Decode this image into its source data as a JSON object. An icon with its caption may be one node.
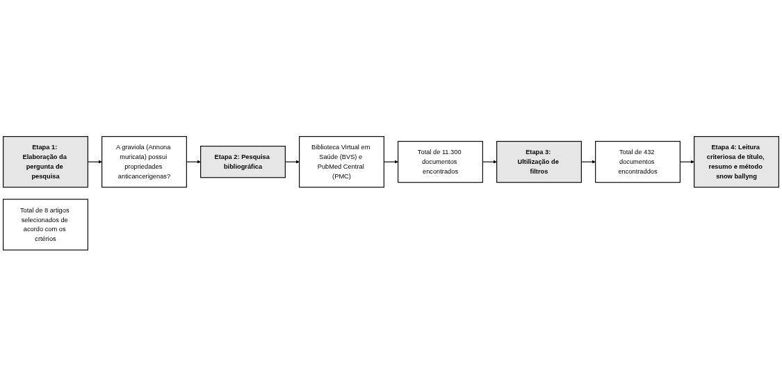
{
  "diagram": {
    "nodes": [
      {
        "text": [
          "Etapa 1: Elaboração da pergunta de pesquisa"
        ]
      },
      {
        "text": [
          "A graviola (Annona muricata) possui propriedades anticancerigenas?"
        ]
      },
      {
        "text": [
          "Etapa 2: Pesquisa bibliográfica"
        ]
      },
      {
        "text": [
          "Biblioteca Virtual em Saúde (BVS) e PubMed Central (PMC)"
        ]
      },
      {
        "text": [
          "Total de 11.300 documentos encontrados"
        ]
      },
      {
        "text": [
          "Etapa 3: Ultilização de filtros"
        ]
      },
      {
        "text": [
          "Total de 432 documentos encontraddos"
        ]
      },
      {
        "text": [
          "Etapa 4: Leitura criteriosa de título, resumo e método snow ballyng"
        ]
      },
      {
        "text": [
          "Total de 8 artigos selecionados de acordo com os crtérios"
        ]
      }
    ],
    "edges": [
      {
        "from": 0,
        "to": 1,
        "arrow": "to"
      },
      {
        "from": 1,
        "to": 2,
        "arrow": "to"
      },
      {
        "from": 2,
        "to": 3,
        "arrow": "to"
      },
      {
        "from": 3,
        "to": 4,
        "arrow": "to"
      },
      {
        "from": 4,
        "to": 5,
        "arrow": "to"
      },
      {
        "from": 5,
        "to": 6,
        "arrow": "to"
      },
      {
        "from": 6,
        "to": 7,
        "arrow": "to"
      }
    ]
  }
}
